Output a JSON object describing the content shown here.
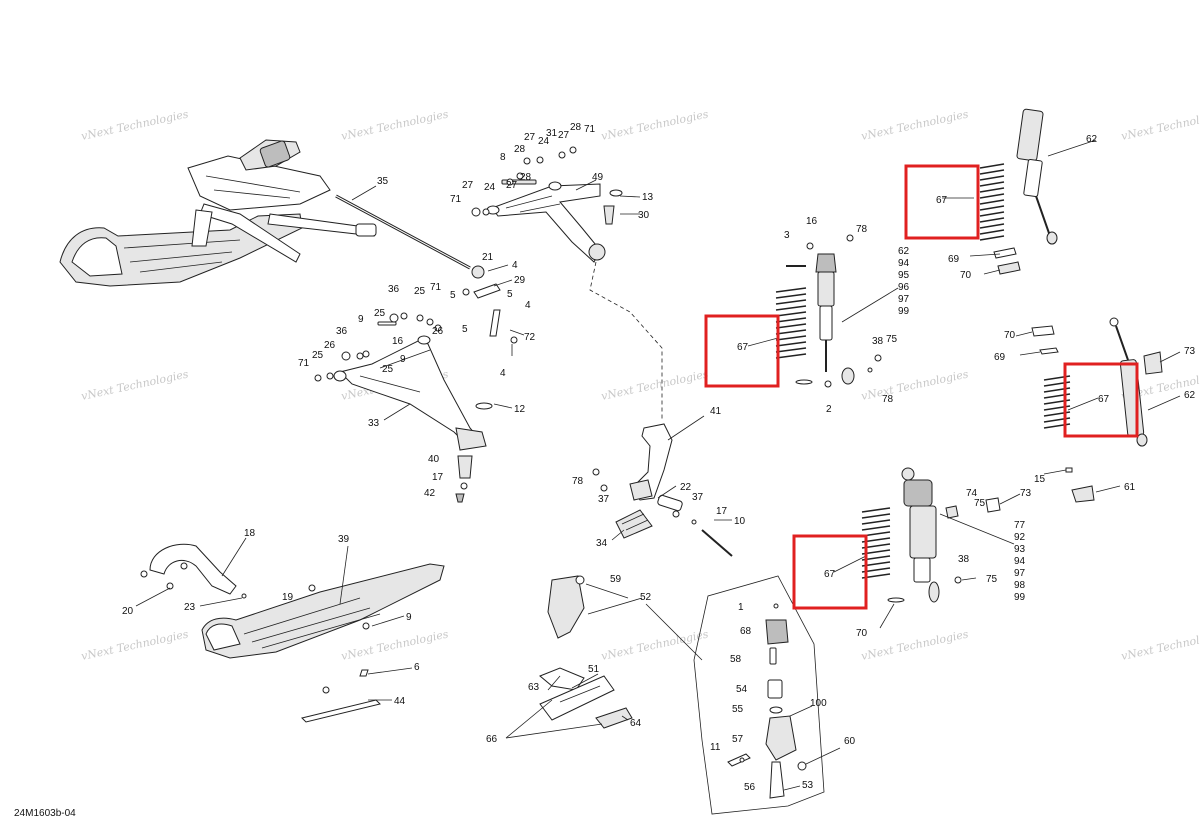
{
  "diagram_code": "24M1603b-04",
  "watermark": {
    "line1": "vNext",
    "line2": "Technologies",
    "full": "vNext Technologies"
  },
  "highlight_label": "67",
  "labels": {
    "l35": "35",
    "l8": "8",
    "l28a": "28",
    "l27a": "27",
    "l24a": "24",
    "l31": "31",
    "l27b": "27",
    "l28b": "28",
    "l71a": "71",
    "l27c": "27",
    "l24b": "24",
    "l28c": "28",
    "l27d": "27",
    "l49": "49",
    "l13": "13",
    "l71b": "71",
    "l30": "30",
    "l21": "21",
    "l4a": "4",
    "l29": "29",
    "l5a": "5",
    "l5b": "5",
    "l4b": "4",
    "l5c": "5",
    "l72": "72",
    "l4c": "4",
    "l12": "12",
    "l36a": "36",
    "l25a": "25",
    "l71c": "71",
    "l25b": "25",
    "l9a": "9",
    "l26a": "26",
    "l36b": "36",
    "l71d": "71",
    "l25c": "25",
    "l26b": "26",
    "l16a": "16",
    "l9b": "9",
    "l25d": "25",
    "l33": "33",
    "l40": "40",
    "l17a": "17",
    "l42": "42",
    "l3": "3",
    "l16b": "16",
    "l78a": "78",
    "l62a": "62",
    "l94a": "94",
    "l95": "95",
    "l96": "96",
    "l97a": "97",
    "l99a": "99",
    "l38a": "38",
    "l75a": "75",
    "l2": "2",
    "l78b": "78",
    "l62b": "62",
    "l69a": "69",
    "l70a": "70",
    "l70b": "70",
    "l69b": "69",
    "l73a": "73",
    "l62c": "62",
    "l15": "15",
    "l61": "61",
    "l41": "41",
    "l78c": "78",
    "l37a": "37",
    "l22": "22",
    "l37b": "37",
    "l17b": "17",
    "l10": "10",
    "l34": "34",
    "l74": "74",
    "l75b": "75",
    "l73b": "73",
    "l77": "77",
    "l92": "92",
    "l93": "93",
    "l94b": "94",
    "l97b": "97",
    "l98": "98",
    "l99b": "99",
    "l38b": "38",
    "l75c": "75",
    "l70c": "70",
    "l18": "18",
    "l39": "39",
    "l20": "20",
    "l19": "19",
    "l23": "23",
    "l9c": "9",
    "l6": "6",
    "l44": "44",
    "l59": "59",
    "l52": "52",
    "l1": "1",
    "l68": "68",
    "l58": "58",
    "l54": "54",
    "l55": "55",
    "l100": "100",
    "l11": "11",
    "l57": "57",
    "l60": "60",
    "l56": "56",
    "l53": "53",
    "l51": "51",
    "l63": "63",
    "l64": "64",
    "l66": "66"
  }
}
